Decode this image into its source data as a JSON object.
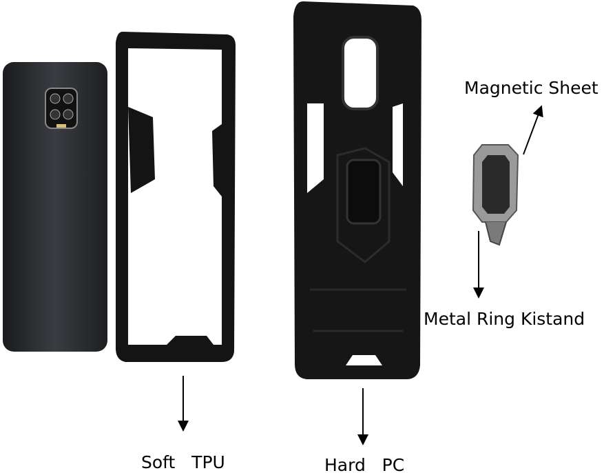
{
  "labels": {
    "magnetic_sheet": "Magnetic Sheet",
    "metal_ring": "Metal Ring Kistand",
    "soft_tpu": "Soft   TPU",
    "hard_pc": "Hard   PC"
  },
  "colors": {
    "case": "#141414",
    "phone": "#2a2c30",
    "ring": "#8a8a8a",
    "text": "#000000"
  }
}
